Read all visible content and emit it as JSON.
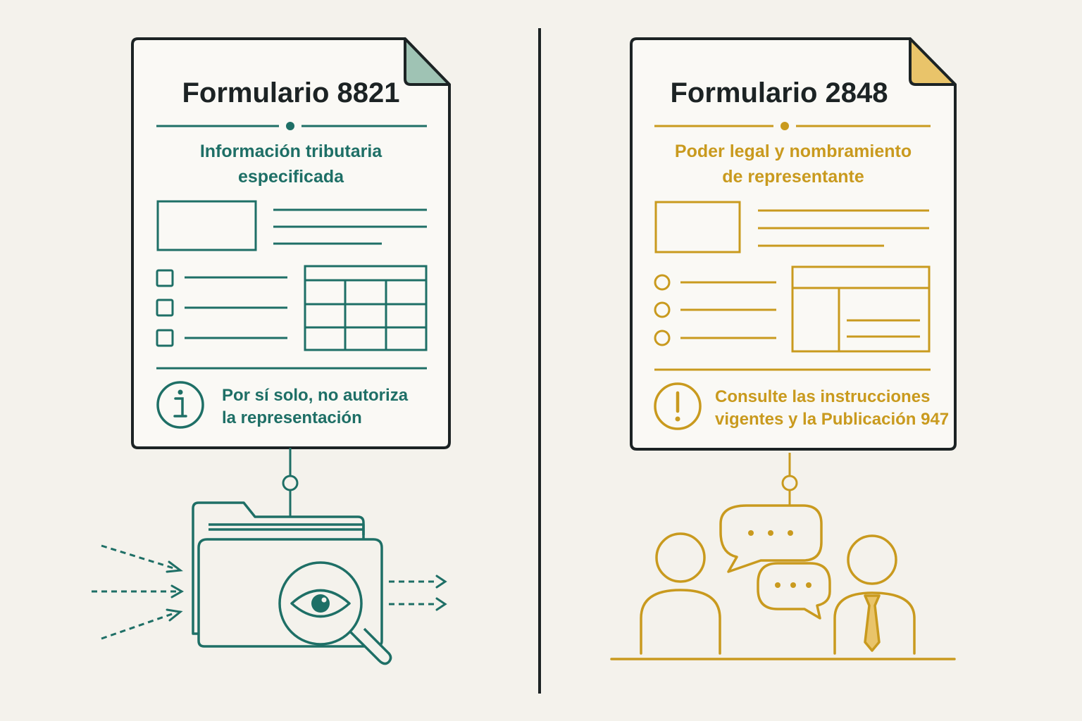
{
  "colors": {
    "background": "#f4f2ec",
    "outline": "#1c2324",
    "teal": "#1e6f66",
    "gold": "#c99a1e",
    "teal_fold": "#9fc3b4",
    "gold_fold": "#e9c46a"
  },
  "left_card": {
    "title": "Formulario 8821",
    "subtitle_line1": "Información tributaria",
    "subtitle_line2": "especificada",
    "note_line1": "Por sí solo, no autoriza",
    "note_line2": "la representación",
    "note_icon": "info-icon",
    "illustration_icon": "folder-with-magnifier-eye-icon"
  },
  "right_card": {
    "title": "Formulario 2848",
    "subtitle_line1": "Poder legal y nombramiento",
    "subtitle_line2": "de representante",
    "note_line1": "Consulte las instrucciones",
    "note_line2": "vigentes y la Publicación 947",
    "note_icon": "exclamation-icon",
    "illustration_icon": "two-people-conversation-icon"
  }
}
